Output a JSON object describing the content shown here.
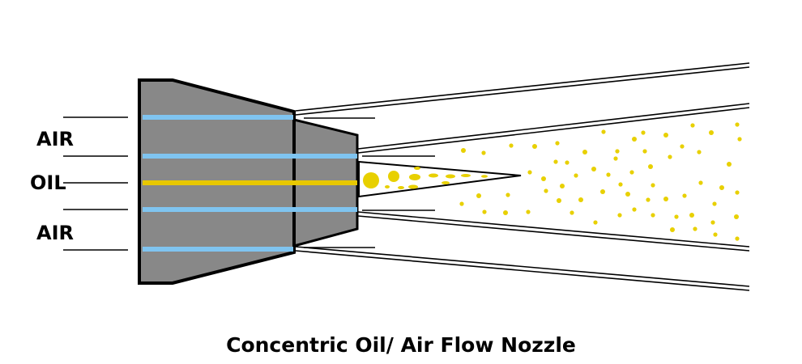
{
  "labels": {
    "air_top": "AIR",
    "oil": "OIL",
    "air_bottom": "AIR"
  },
  "caption": "Concentric Oil/ Air Flow Nozzle",
  "colors": {
    "nozzle_body": "#888888",
    "outline": "#000000",
    "air_channel": "#7fc4f0",
    "oil_channel": "#e8c800",
    "oil_droplet": "#e8d000",
    "background": "#ffffff"
  }
}
